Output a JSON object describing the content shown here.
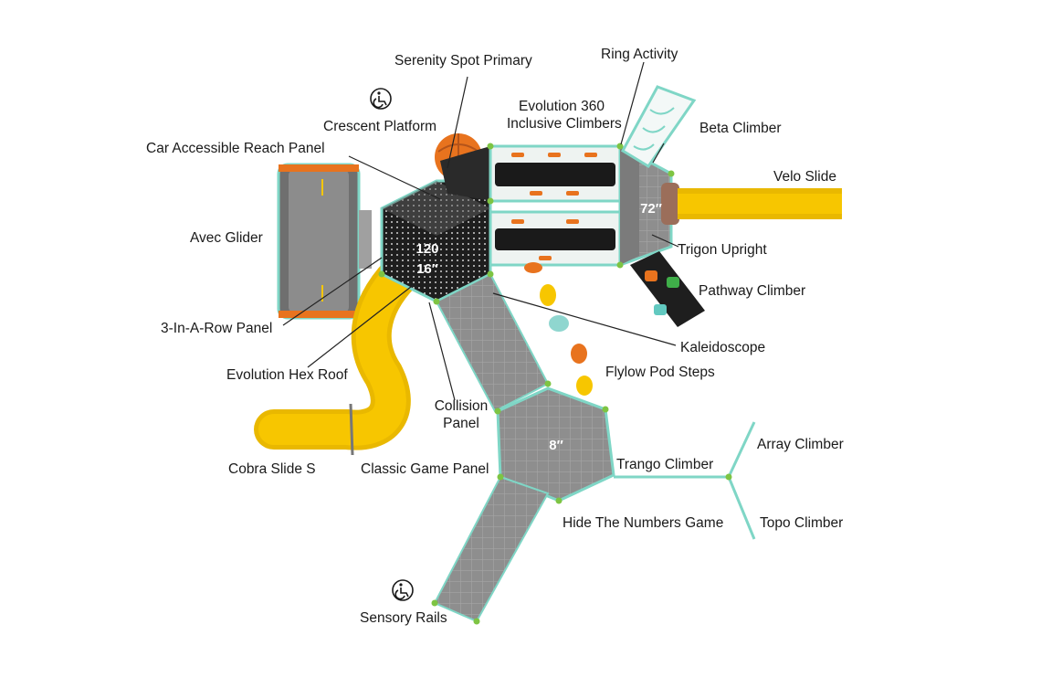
{
  "labels": {
    "serenity_spot": "Serenity Spot Primary",
    "ring_activity": "Ring Activity",
    "crescent_platform": "Crescent Platform",
    "evolution_360_l1": "Evolution 360",
    "evolution_360_l2": "Inclusive Climbers",
    "beta_climber": "Beta Climber",
    "car_accessible": "Car Accessible Reach Panel",
    "velo_slide": "Velo Slide",
    "avec_glider": "Avec Glider",
    "trigon_upright": "Trigon Upright",
    "pathway_climber": "Pathway Climber",
    "three_in_a_row": "3-In-A-Row Panel",
    "kaleidoscope": "Kaleidoscope",
    "evolution_hex_roof": "Evolution Hex Roof",
    "flylow_pod_steps": "Flylow Pod Steps",
    "collision_l1": "Collision",
    "collision_l2": "Panel",
    "array_climber": "Array Climber",
    "trango_climber": "Trango Climber",
    "cobra_slide": "Cobra Slide S",
    "classic_game_panel": "Classic Game Panel",
    "hide_numbers": "Hide The Numbers Game",
    "topo_climber": "Topo Climber",
    "sensory_rails": "Sensory Rails"
  },
  "heights": {
    "hex_top": "120",
    "hex_bottom": "16″",
    "right_deck": "72″",
    "center_deck": "8″"
  },
  "icons": {
    "accessible_top": "wheelchair-accessible-icon",
    "accessible_bottom": "wheelchair-accessible-icon"
  },
  "colors": {
    "deck_gray": "#8a8a8a",
    "slide_yellow": "#f7c600",
    "accent_orange": "#e8731e",
    "frame_teal": "#7fd6c6",
    "post_green": "#7ec443",
    "roof_black": "#1c1c1c"
  }
}
